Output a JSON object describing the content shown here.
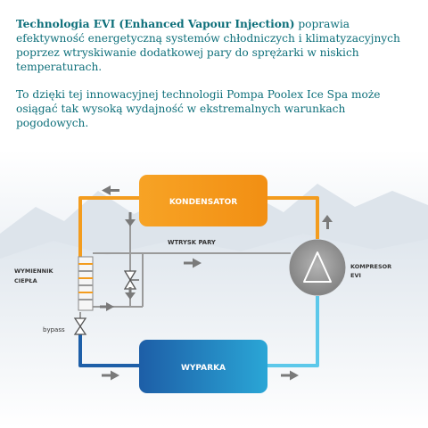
{
  "intro": {
    "bold": "Technologia EVI (Enhanced Vapour Injection)",
    "rest": " poprawia efektywność energetyczną systemów chłodniczych i klimatyzacyjnych poprzez wtryskiwanie dodatkowej pary do sprężarki w niskich temperaturach."
  },
  "outro": "To dzięki tej innowacyjnej technologii Pompa Poolex Ice Spa może osiągać tak wysoką wydajność w ekstremalnych warunkach pogodowych.",
  "diagram": {
    "condenser": "KONDENSATOR",
    "evaporator": "WYPARKA",
    "compressor": "KOMPRESOR",
    "compressor_sub": "EVI",
    "injection": "WTRYSK PARY",
    "exchanger": "WYMIENNIK",
    "exchanger_sub": "CIEPŁA",
    "bypass": "bypass"
  },
  "colors": {
    "text": "#0d6f7a",
    "hot": "#f39c1e",
    "cold_start": "#1e5fa8",
    "cold_end": "#5cc8ea",
    "arrow": "#777777"
  }
}
